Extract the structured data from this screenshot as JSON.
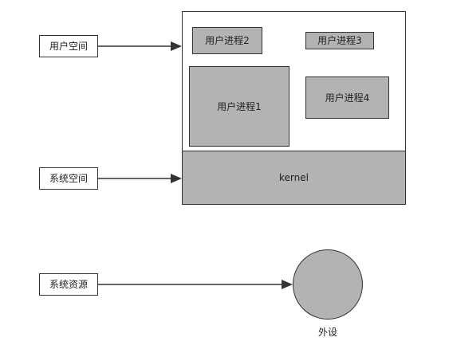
{
  "labels": {
    "user_space": "用户空间",
    "system_space": "系统空间",
    "system_resources": "系统资源"
  },
  "processes": {
    "p1": "用户进程1",
    "p2": "用户进程2",
    "p3": "用户进程3",
    "p4": "用户进程4"
  },
  "kernel": "kernel",
  "device": "外设",
  "colors": {
    "fill": "#b3b3b3",
    "stroke": "#333333",
    "background": "#ffffff"
  }
}
